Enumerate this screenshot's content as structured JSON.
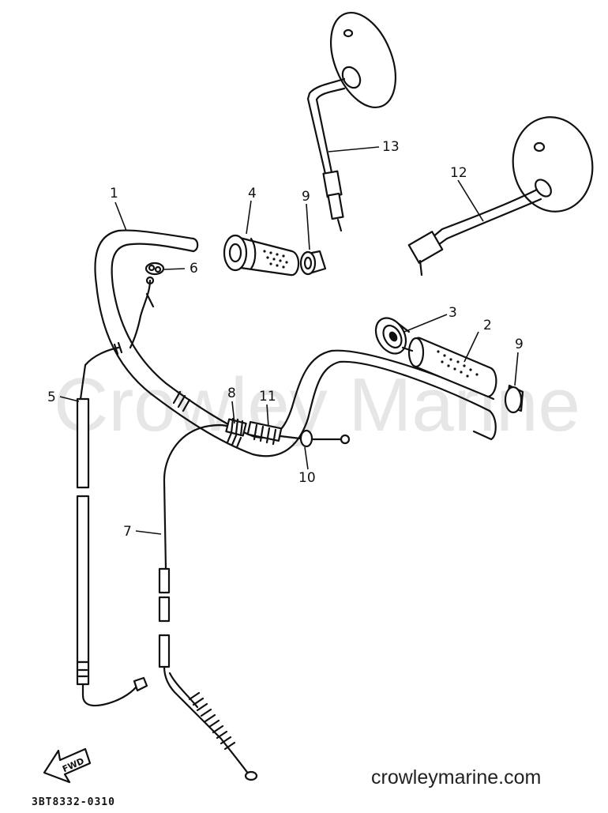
{
  "watermark": "Crowley Marine",
  "website": "crowleymarine.com",
  "diagram_code": "3BT8332-0310",
  "fwd_label": "FWD",
  "callouts": {
    "c1": "1",
    "c2": "2",
    "c3": "3",
    "c4": "4",
    "c5": "5",
    "c6": "6",
    "c7": "7",
    "c8": "8",
    "c9a": "9",
    "c9b": "9",
    "c10": "10",
    "c11": "11",
    "c12": "12",
    "c13": "13"
  }
}
